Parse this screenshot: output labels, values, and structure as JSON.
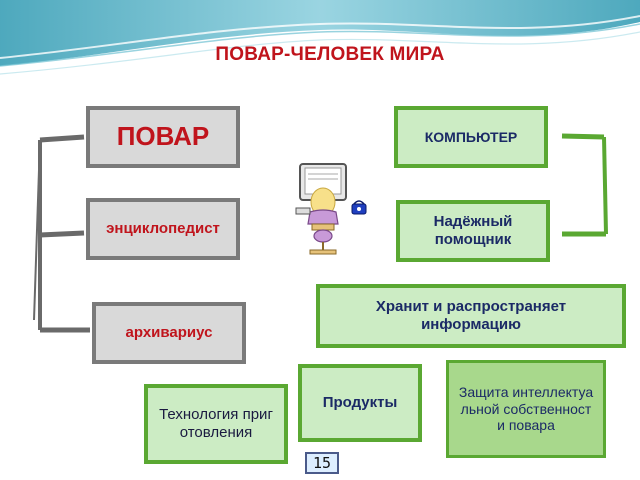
{
  "title": "ПОВАР-ЧЕЛОВЕК МИРА",
  "boxes": {
    "povar": "ПОВАР",
    "computer": "КОМПЬЮТЕР",
    "encyclopedist": "энциклопедист",
    "helper": "Надёжный помощник",
    "archivist": "архивариус",
    "stores": "Хранит и распространяет информацию",
    "products": "Продукты",
    "ip_protection": "Защита интеллектуальной собственности повара",
    "technology": "Технология приготовления"
  },
  "page_number": "15",
  "clipart": "person-at-computer-icon",
  "colors": {
    "title": "#c0141c",
    "grey_fill": "#d9d9d9",
    "grey_border": "#7a7a7a",
    "green_fill": "#ccecc4",
    "green_border": "#5aa832",
    "green_dark_fill": "#a8d88c"
  }
}
